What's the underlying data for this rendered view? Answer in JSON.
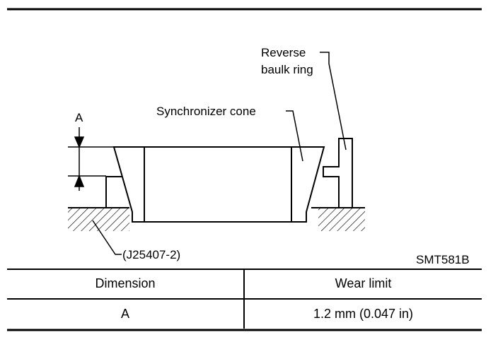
{
  "diagram": {
    "labels": {
      "reverse_baulk_ring_line1": "Reverse",
      "reverse_baulk_ring_line2": "baulk ring",
      "synchronizer_cone": "Synchronizer cone",
      "dimension_a": "A",
      "tool": "(J25407-2)",
      "figure_id": "SMT581B"
    }
  },
  "table": {
    "headers": [
      "Dimension",
      "Wear limit"
    ],
    "rows": [
      [
        "A",
        "1.2 mm (0.047 in)"
      ]
    ]
  }
}
